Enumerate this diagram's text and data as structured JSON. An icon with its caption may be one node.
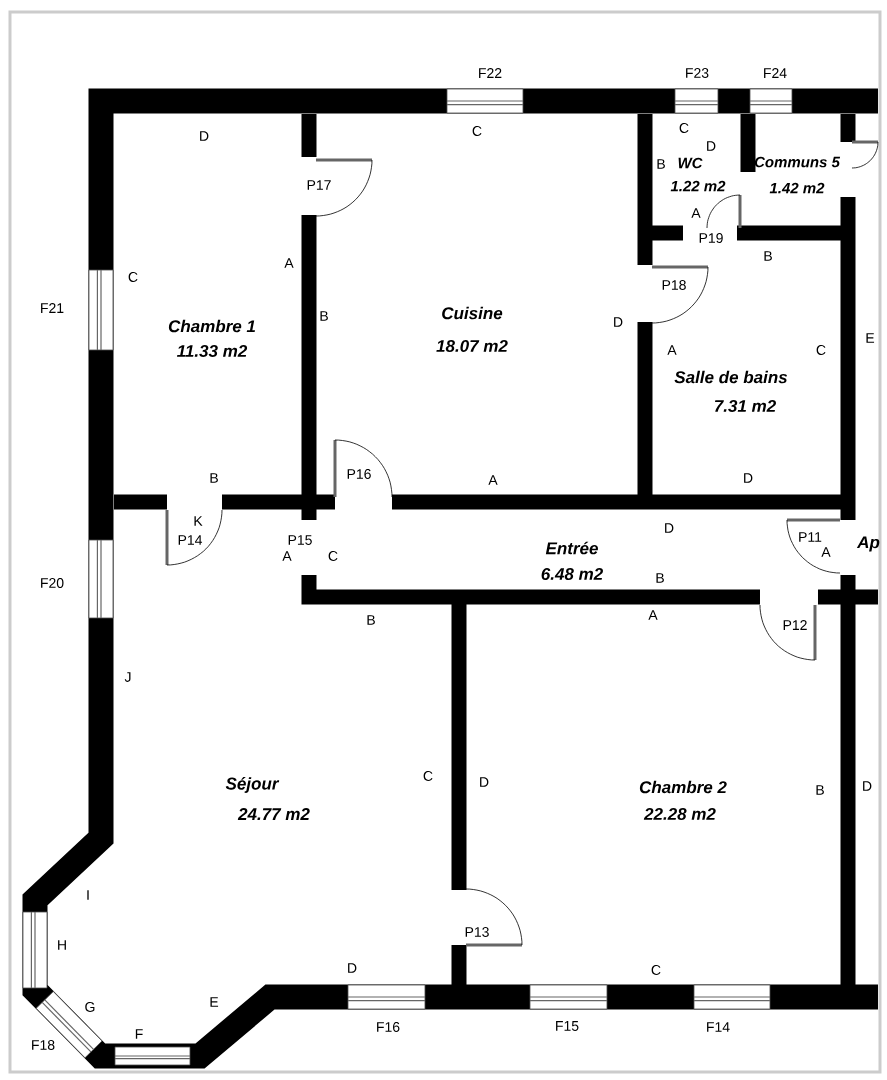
{
  "diagram": {
    "labels": [
      "F22",
      "F23",
      "F24",
      "C",
      "D",
      "C",
      "B",
      "WC",
      "Communs 5",
      "D",
      "P17",
      "1.22 m2",
      "1.42 m2",
      "A",
      "P19",
      "B",
      "C",
      "A",
      "P18",
      "F21",
      "B",
      "Cuisine",
      "Chambre 1",
      "D",
      "E",
      "18.07 m2",
      "11.33 m2",
      "A",
      "C",
      "Salle de bains",
      "7.31 m2",
      "P16",
      "B",
      "A",
      "D",
      "K",
      "D",
      "P11",
      "Ap",
      "P14",
      "P15",
      "Entrée",
      "A",
      "A",
      "C",
      "6.48 m2",
      "B",
      "F20",
      "A",
      "B",
      "P12",
      "J",
      "C",
      "D",
      "Séjour",
      "Chambre 2",
      "B",
      "D",
      "24.77 m2",
      "22.28 m2",
      "I",
      "P13",
      "H",
      "D",
      "C",
      "E",
      "G",
      "F",
      "F16",
      "F15",
      "F14",
      "F18"
    ]
  }
}
